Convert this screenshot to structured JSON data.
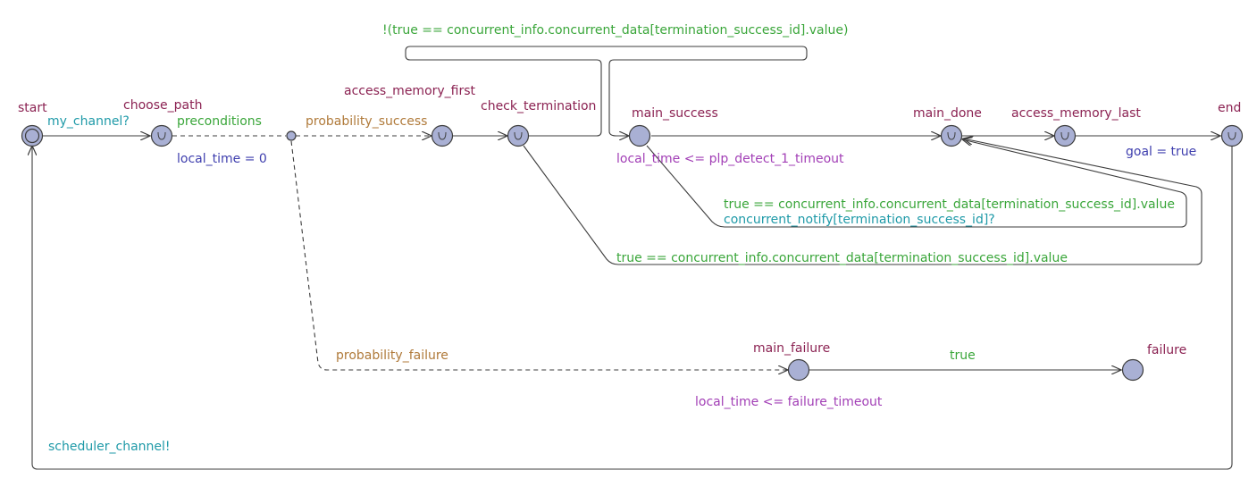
{
  "locations": {
    "start": "start",
    "choose_path": "choose_path",
    "access_memory_first": "access_memory_first",
    "check_termination": "check_termination",
    "main_success": "main_success",
    "main_done": "main_done",
    "access_memory_last": "access_memory_last",
    "end": "end",
    "main_failure": "main_failure",
    "failure": "failure"
  },
  "labels": {
    "sync_my_channel": "my_channel?",
    "guard_preconditions": "preconditions",
    "assign_local_time": "local_time = 0",
    "prob_success": "probability_success",
    "prob_failure": "probability_failure",
    "guard_not_terminated": "!(true == concurrent_info.concurrent_data[termination_success_id].value)",
    "inv_main_success": "local_time <= plp_detect_1_timeout",
    "guard_terminated_1": "true == concurrent_info.concurrent_data[termination_success_id].value",
    "sync_concurrent_notify": "concurrent_notify[termination_success_id]?",
    "guard_terminated_2": "true == concurrent_info.concurrent_data[termination_success_id].value",
    "assign_goal": "goal = true",
    "guard_true": "true",
    "inv_main_failure": "local_time <= failure_timeout",
    "sync_scheduler": "scheduler_channel!"
  },
  "colors": {
    "node_fill": "#a9b0d4",
    "node_stroke": "#3c3c3c",
    "edge": "#3c3c3c",
    "location_name": "#8b2252",
    "sync": "#1f9aa8",
    "guard": "#3aa63a",
    "assignment": "#3f3fae",
    "probability": "#b07a3a",
    "invariant": "#a23fb6"
  }
}
